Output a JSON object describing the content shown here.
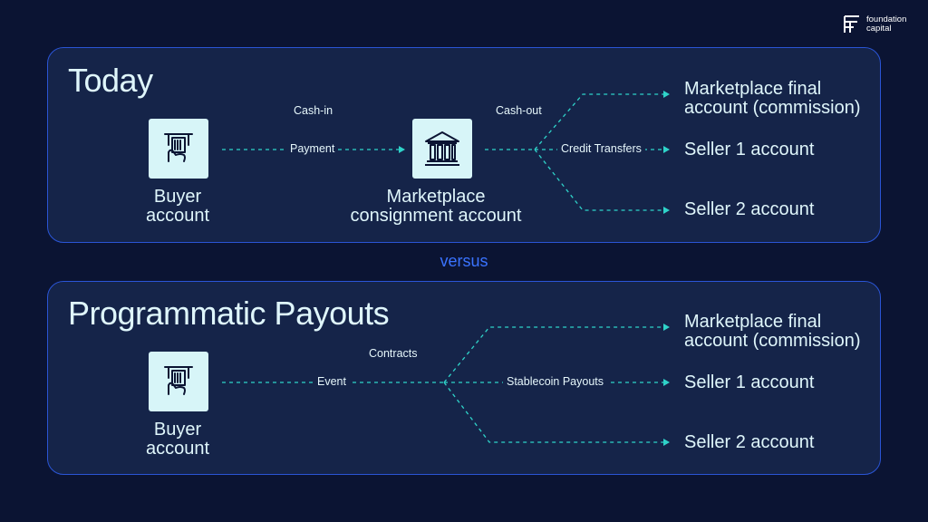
{
  "logo": {
    "line1": "foundation",
    "line2": "capital"
  },
  "today": {
    "title": "Today",
    "buyer_line1": "Buyer",
    "buyer_line2": "account",
    "cash_in": "Cash-in",
    "payment": "Payment",
    "marketplace_line1": "Marketplace",
    "marketplace_line2": "consignment account",
    "cash_out": "Cash-out",
    "credit_transfers": "Credit Transfers",
    "dest1_line1": "Marketplace final",
    "dest1_line2": "account (commission)",
    "dest2": "Seller 1 account",
    "dest3": "Seller 2 account"
  },
  "versus": "versus",
  "programmatic": {
    "title": "Programmatic Payouts",
    "buyer_line1": "Buyer",
    "buyer_line2": "account",
    "contracts": "Contracts",
    "event": "Event",
    "stablecoin_payouts": "Stablecoin Payouts",
    "dest1_line1": "Marketplace final",
    "dest1_line2": "account (commission)",
    "dest2": "Seller 1 account",
    "dest3": "Seller 2 account"
  },
  "colors": {
    "background": "#0b1433",
    "panel": "#152449",
    "panel_border": "#2a55d6",
    "accent_teal": "#2fd3c9",
    "versus_blue": "#3a73ff",
    "tile": "#d7f5f8"
  },
  "icons": {
    "logo": "foundation-capital-logo-icon",
    "atm": "atm-card-icon",
    "bank": "bank-building-icon"
  }
}
